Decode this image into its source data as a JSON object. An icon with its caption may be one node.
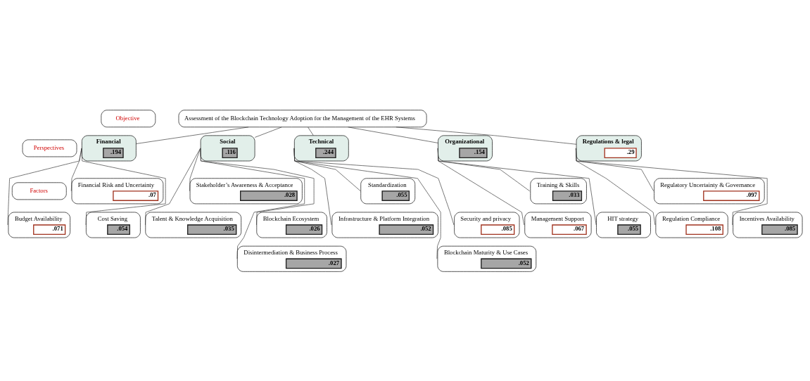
{
  "diagram": {
    "nodes": [
      {
        "text": [
          "Objective"
        ]
      },
      {
        "text": [
          "Assessment of the Blockchain Technology Adoption for the Management of the EHR Systems"
        ]
      },
      {
        "text": [
          "Perspectives"
        ]
      },
      {
        "text": [
          "Financial",
          ".194"
        ]
      },
      {
        "text": [
          "Social",
          ".116"
        ]
      },
      {
        "text": [
          "Technical",
          ".244"
        ]
      },
      {
        "text": [
          "Organizational",
          ".154"
        ]
      },
      {
        "text": [
          "Regulations & legal",
          ".29"
        ]
      },
      {
        "text": [
          "Factors"
        ]
      },
      {
        "text": [
          "Budget Availability",
          ".071"
        ]
      },
      {
        "text": [
          "Financial Risk and Uncertainty",
          ".07"
        ]
      },
      {
        "text": [
          "Cost Saving",
          ".054"
        ]
      },
      {
        "text": [
          "Talent & Knowledge Acquisition",
          ".035"
        ]
      },
      {
        "text": [
          "Stakeholder’s Awareness & Acceptance",
          ".028"
        ]
      },
      {
        "text": [
          "Blockchain Ecosystem",
          ".026"
        ]
      },
      {
        "text": [
          "Disintermediation & Business Process",
          ".027"
        ]
      },
      {
        "text": [
          "Infrastructure & Platform Integration",
          ".052"
        ]
      },
      {
        "text": [
          "Standardization",
          ".055"
        ]
      },
      {
        "text": [
          "Security and privacy",
          ".085"
        ]
      },
      {
        "text": [
          "Blockchain Maturity & Use Cases",
          ".052"
        ]
      },
      {
        "text": [
          "Management Support",
          ".067"
        ]
      },
      {
        "text": [
          "Training & Skills",
          ".033"
        ]
      },
      {
        "text": [
          "HIT strategy",
          ".055"
        ]
      },
      {
        "text": [
          "Regulation Compliance",
          ".108"
        ]
      },
      {
        "text": [
          "Regulatory Uncertainty & Governance",
          ".097"
        ]
      },
      {
        "text": [
          "Incentives Availability",
          ".085"
        ]
      }
    ],
    "edges": [
      {
        "from": 1,
        "to": 3,
        "arrow": "none"
      },
      {
        "from": 1,
        "to": 4,
        "arrow": "none"
      },
      {
        "from": 1,
        "to": 5,
        "arrow": "none"
      },
      {
        "from": 1,
        "to": 6,
        "arrow": "none"
      },
      {
        "from": 1,
        "to": 7,
        "arrow": "none"
      },
      {
        "from": 3,
        "to": 9,
        "arrow": "none"
      },
      {
        "from": 3,
        "to": 10,
        "arrow": "none"
      },
      {
        "from": 3,
        "to": 11,
        "arrow": "none"
      },
      {
        "from": 4,
        "to": 12,
        "arrow": "none"
      },
      {
        "from": 4,
        "to": 13,
        "arrow": "none"
      },
      {
        "from": 4,
        "to": 14,
        "arrow": "none"
      },
      {
        "from": 4,
        "to": 15,
        "arrow": "none"
      },
      {
        "from": 5,
        "to": 16,
        "arrow": "none"
      },
      {
        "from": 5,
        "to": 17,
        "arrow": "none"
      },
      {
        "from": 5,
        "to": 18,
        "arrow": "none"
      },
      {
        "from": 5,
        "to": 19,
        "arrow": "none"
      },
      {
        "from": 6,
        "to": 20,
        "arrow": "none"
      },
      {
        "from": 6,
        "to": 21,
        "arrow": "none"
      },
      {
        "from": 6,
        "to": 22,
        "arrow": "none"
      },
      {
        "from": 7,
        "to": 23,
        "arrow": "none"
      },
      {
        "from": 7,
        "to": 24,
        "arrow": "none"
      },
      {
        "from": 7,
        "to": 25,
        "arrow": "none"
      }
    ]
  }
}
